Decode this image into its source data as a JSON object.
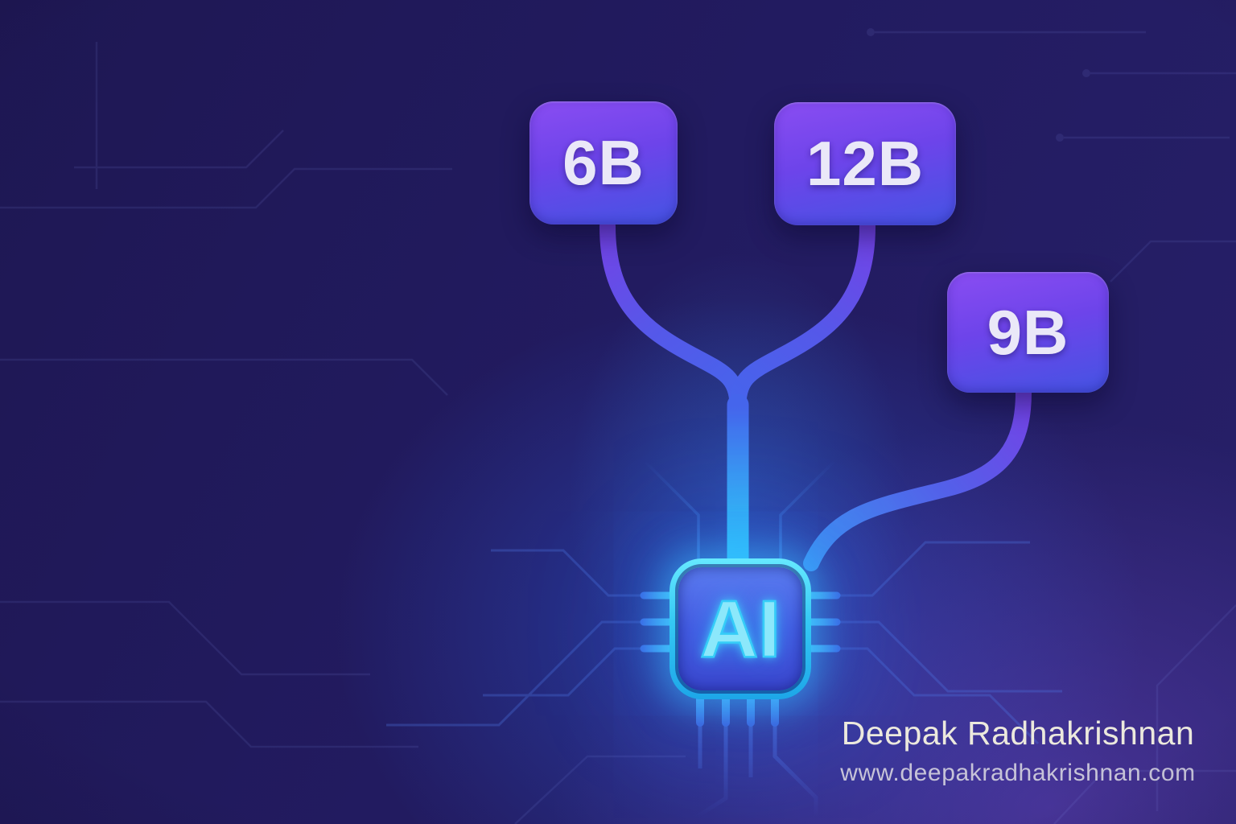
{
  "diagram": {
    "chip": {
      "label": "AI"
    },
    "nodes": [
      {
        "label": "6B"
      },
      {
        "label": "12B"
      },
      {
        "label": "9B"
      }
    ],
    "connections": [
      {
        "from": "6B",
        "to": "AI"
      },
      {
        "from": "12B",
        "to": "AI"
      },
      {
        "from": "9B",
        "to": "AI"
      }
    ],
    "colors": {
      "background_base": "#221b60",
      "node_gradient_top": "#8a4df2",
      "node_gradient_bottom": "#4454e3",
      "node_label": "#eae8f8",
      "cable_purple": "#7343e6",
      "cable_blue": "#4565ec",
      "cable_cyan": "#2fd2fb",
      "chip_frame": "#35c8f4",
      "chip_body": "#445ae2",
      "chip_label": "#8ce8fb",
      "bottom_right_glow": "#7852dc"
    }
  },
  "footer": {
    "name": "Deepak Radhakrishnan",
    "website": "www.deepakradhakrishnan.com"
  }
}
